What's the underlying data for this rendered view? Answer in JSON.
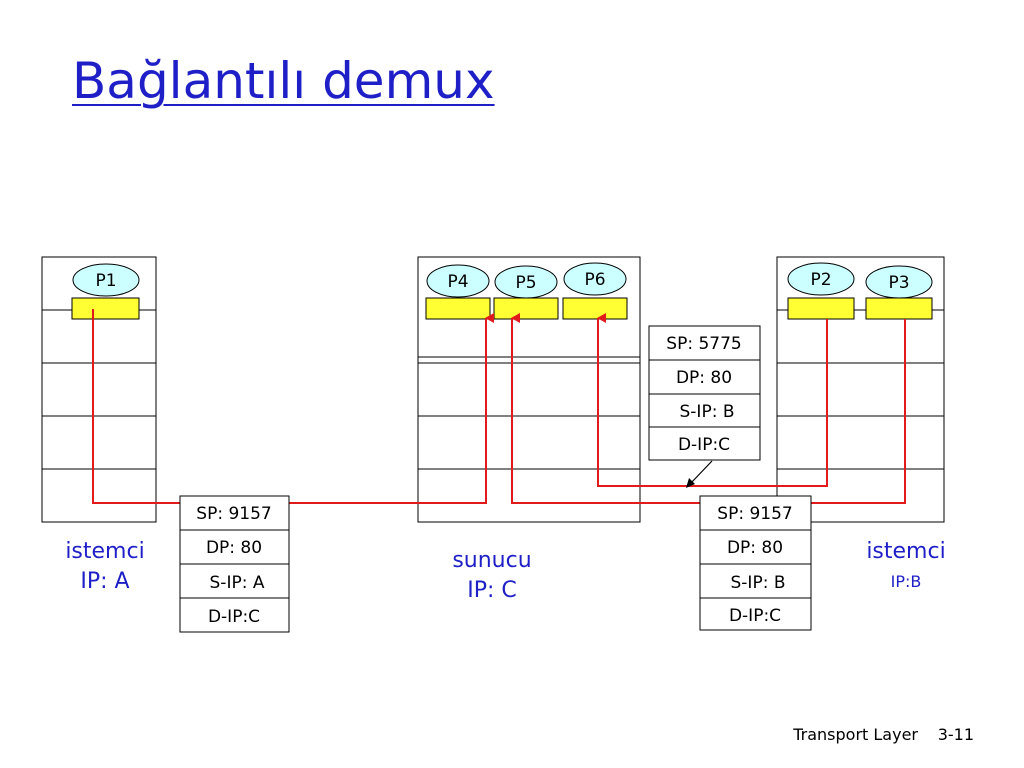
{
  "title": "Bağlantılı demux",
  "hosts": {
    "client_a": {
      "name": "istemci",
      "ip": "IP: A",
      "processes": [
        "P1"
      ]
    },
    "server": {
      "name": "sunucu",
      "ip": "IP: C",
      "processes": [
        "P4",
        "P5",
        "P6"
      ]
    },
    "client_b": {
      "name": "istemci",
      "ip": "IP:B",
      "processes": [
        "P2",
        "P3"
      ]
    }
  },
  "segments": {
    "from_a": [
      "SP: 9157",
      "DP: 80",
      "S-IP: A",
      "D-IP:C"
    ],
    "from_b_p2": [
      "SP: 5775",
      "DP: 80",
      "S-IP: B",
      "D-IP:C"
    ],
    "from_b_p3": [
      "SP: 9157",
      "DP: 80",
      "S-IP: B",
      "D-IP:C"
    ]
  },
  "colors": {
    "title": "#1f1fc8",
    "label": "#1f1fc8",
    "socket": "#ffff33",
    "process": "#ccffff",
    "path": "#e11b1b"
  },
  "footer": {
    "text": "Transport Layer",
    "page": "3-11"
  }
}
